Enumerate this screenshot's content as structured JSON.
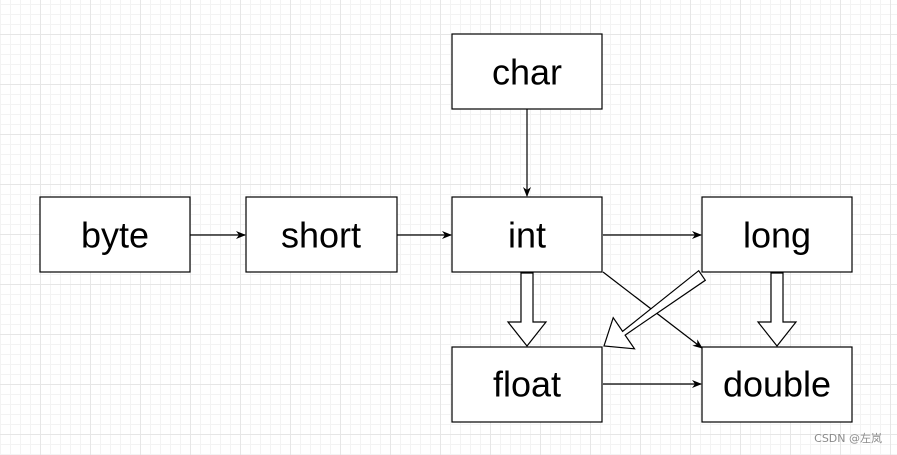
{
  "nodes": {
    "char": "char",
    "byte": "byte",
    "short": "short",
    "int": "int",
    "long": "long",
    "float": "float",
    "double": "double"
  },
  "watermark": "CSDN @左岚"
}
